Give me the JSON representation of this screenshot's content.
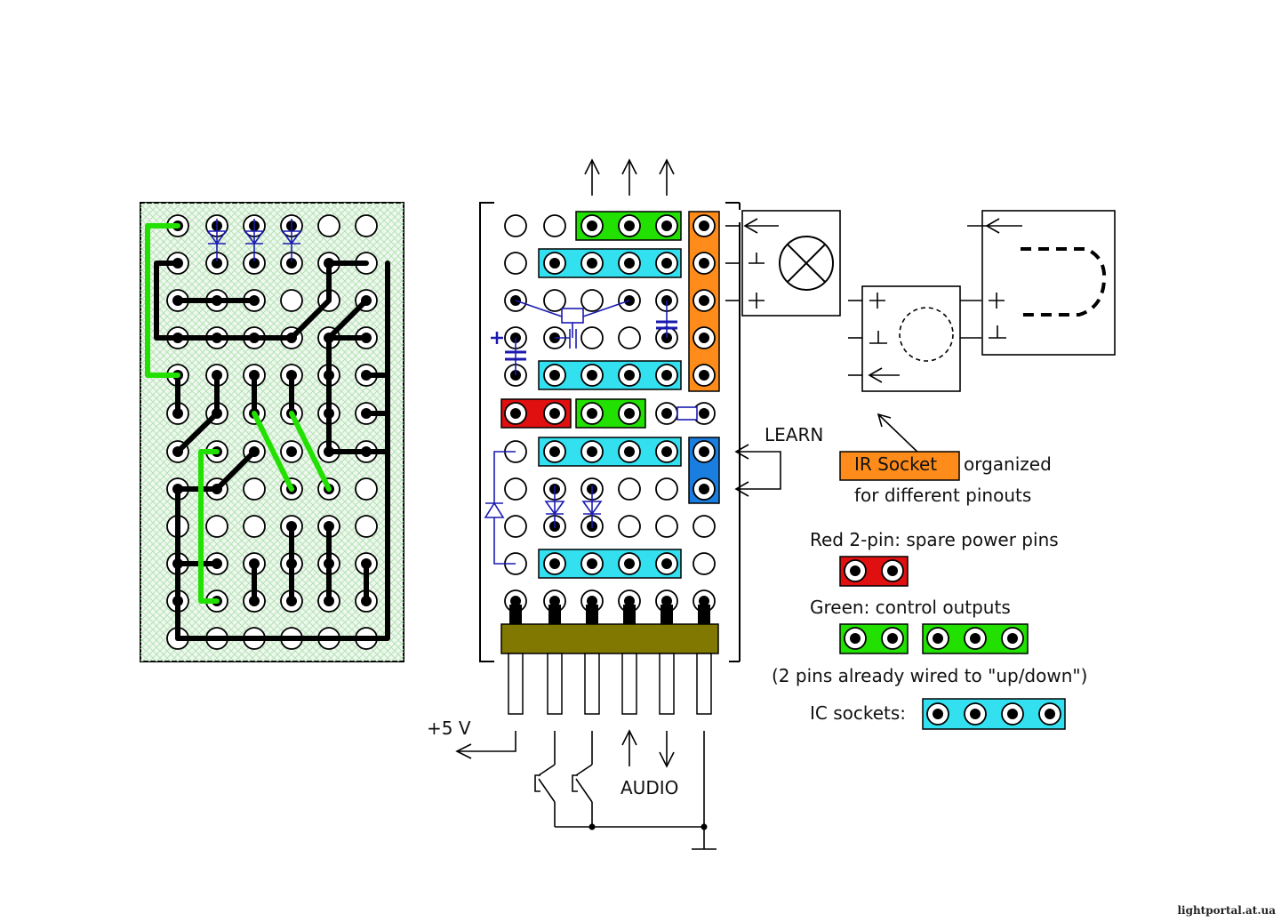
{
  "labels": {
    "learn": "LEARN",
    "ir_socket": "IR Socket",
    "organized": "organized",
    "for_pinouts": "for different pinouts",
    "red_desc": "Red 2-pin: spare power pins",
    "green_desc": "Green: control outputs",
    "pins_wired": "(2 pins already wired to \"up/down\")",
    "ic_sockets": "IC sockets:",
    "plus5v": "+5 V",
    "audio": "AUDIO",
    "watermark": "lightportal.at.ua"
  },
  "colors": {
    "green_header": "#22e000",
    "ic_socket": "#33e0f0",
    "ir_socket": "#ff8c1a",
    "red_header": "#e01010",
    "learn_header": "#1a7ee0",
    "connector": "#807800",
    "component": "#1a1ab0",
    "board_hatch": "#c8ecc8",
    "jumper": "#22e000"
  },
  "icons": [
    "lamp-icon",
    "ir-receiver-icon",
    "diode-icon",
    "capacitor-icon",
    "pushbutton-icon",
    "ground-icon"
  ]
}
